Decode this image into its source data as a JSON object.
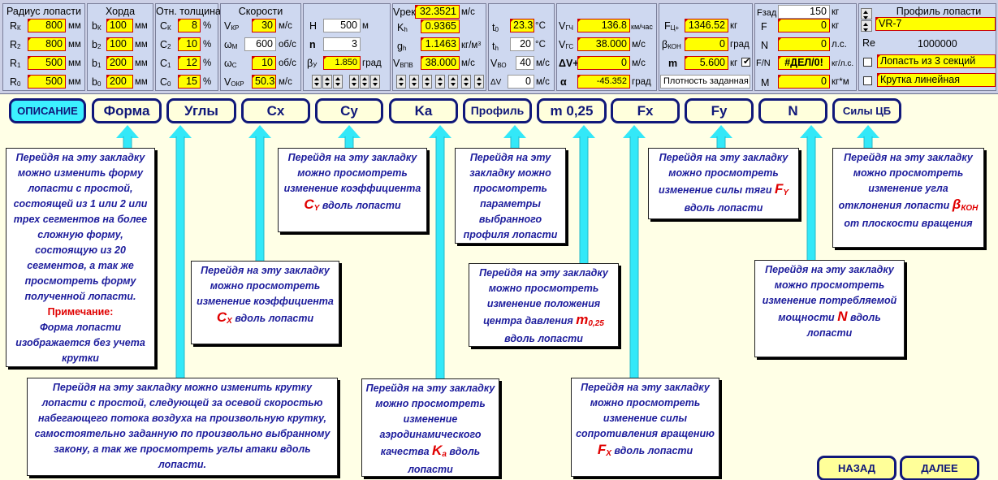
{
  "panel": {
    "radius": {
      "title": "Радиус лопасти",
      "rows": [
        {
          "sym": "R",
          "sub": "К",
          "value": "800",
          "unit": "мм"
        },
        {
          "sym": "R",
          "sub": "2",
          "value": "800",
          "unit": "мм"
        },
        {
          "sym": "R",
          "sub": "1",
          "value": "500",
          "unit": "мм"
        },
        {
          "sym": "R",
          "sub": "0",
          "value": "500",
          "unit": "мм"
        }
      ]
    },
    "chord": {
      "title": "Хорда",
      "rows": [
        {
          "sym": "b",
          "sub": "К",
          "value": "100",
          "unit": "мм"
        },
        {
          "sym": "b",
          "sub": "2",
          "value": "100",
          "unit": "мм"
        },
        {
          "sym": "b",
          "sub": "1",
          "value": "200",
          "unit": "мм"
        },
        {
          "sym": "b",
          "sub": "0",
          "value": "200",
          "unit": "мм"
        }
      ]
    },
    "thickness": {
      "title": "Отн. толщина",
      "rows": [
        {
          "sym": "C",
          "sub": "К",
          "value": "8",
          "unit": "%"
        },
        {
          "sym": "C",
          "sub": "2",
          "value": "10",
          "unit": "%"
        },
        {
          "sym": "C",
          "sub": "1",
          "value": "12",
          "unit": "%"
        },
        {
          "sym": "C",
          "sub": "0",
          "value": "15",
          "unit": "%"
        }
      ]
    },
    "speeds": {
      "title": "Скорости",
      "rows": [
        {
          "sym": "V",
          "sub": "КР",
          "value": "30",
          "unit": "м/с"
        },
        {
          "sym": "ω",
          "sub": "М",
          "value": "600",
          "unit": "об/с"
        },
        {
          "sym": "ω",
          "sub": "С",
          "value": "10",
          "unit": "об/с"
        },
        {
          "sym": "V",
          "sub": "ОКР",
          "value": "50.3",
          "unit": "м/с"
        }
      ]
    },
    "hn": {
      "h_label": "H",
      "h_value": "500",
      "h_unit": "м",
      "n_label": "n",
      "n_value": "3",
      "beta_sym": "β",
      "beta_sub": "У",
      "beta_value": "1.850",
      "beta_unit": "град"
    },
    "vrek": {
      "label": "Vрек",
      "value": "32.3521",
      "unit": "м/с",
      "kh_sym": "K",
      "kh_sub": "h",
      "kh_value": "0.9365",
      "gh_sym": "g",
      "gh_sub": "h",
      "gh_value": "1.1463",
      "gh_unit": "кг/м",
      "gh_unit_sup": "3",
      "vvpv_sym": "V",
      "vvpv_sub": "ВПВ",
      "vvpv_value": "38.000",
      "vvpv_unit": "м/с"
    },
    "temps": {
      "t0_sym": "t",
      "t0_sub": "0",
      "t0_value": "23.3",
      "t0_unit": "°C",
      "th_sym": "t",
      "th_sub": "h",
      "th_value": "20",
      "th_unit": "°C",
      "vvo_sym": "V",
      "vvo_sub": "ВО",
      "vvo_value": "40",
      "vvo_unit": "м/с",
      "dv_sym": "ΔV",
      "dv_value": "0",
      "dv_unit": "м/с"
    },
    "velocity": {
      "vgch_sym": "V",
      "vgch_sub": "ГЧ",
      "vgch_value": "136.8",
      "vgch_unit": "км/час",
      "vgs_sym": "V",
      "vgs_sub": "ГС",
      "vgs_value": "38.000",
      "vgs_unit": "м/с",
      "dvp_sym": "ΔV+",
      "dvp_value": "0",
      "dvp_unit": "м/с",
      "alpha_sym": "α",
      "alpha_value": "-45.352",
      "alpha_unit": "град"
    },
    "forces": {
      "fc_sym": "F",
      "fc_sub": "Ц+",
      "fc_value": "1346.52",
      "fc_unit": "кг",
      "bkon_sym": "β",
      "bkon_sub": "КОН",
      "bkon_value": "0",
      "bkon_unit": "град",
      "m_sym": "m",
      "m_value": "5.600",
      "m_unit": "кг",
      "density": "Плотность  заданная"
    },
    "fzad": {
      "fzad_label": "Fзад",
      "fzad_value": "150",
      "fzad_unit": "кг",
      "f_sym": "F",
      "f_value": "0",
      "f_unit": "кг",
      "n_sym": "N",
      "n_value": "0",
      "n_unit": "л.с.",
      "fn_sym": "F/N",
      "fn_value": "#ДЕЛ/0!",
      "fn_unit": "кг/л.с.",
      "m_sym": "M",
      "m_value": "0",
      "m_unit": "кг*м"
    },
    "profile": {
      "title": "Профиль лопасти",
      "selected": "VR-7",
      "re_label": "Re",
      "re_value": "1000000",
      "sections": "Лопасть из   3 секций",
      "twist": "Крутка      линейная"
    }
  },
  "tabs": [
    {
      "label": "ОПИСАНИЕ"
    },
    {
      "label": "Форма"
    },
    {
      "label": "Углы"
    },
    {
      "label": "Cx"
    },
    {
      "label": "Cy"
    },
    {
      "label": "Ka"
    },
    {
      "label": "Профиль"
    },
    {
      "label": "m 0,25"
    },
    {
      "label": "Fx"
    },
    {
      "label": "Fy"
    },
    {
      "label": "N"
    },
    {
      "label": "Силы ЦБ"
    }
  ],
  "descriptions": {
    "forma": {
      "text": "Перейдя на эту закладку можно изменить форму лопасти с простой, состоящей из 1 или 2 или трех сегментов на более сложную форму, состоящую из 20 сегментов, а так же просмотреть форму полученной лопасти.",
      "note_label": "Примечание:",
      "note_text": "Форма лопасти изображается без учета крутки"
    },
    "ugly": {
      "text": "Перейдя на эту закладку можно изменить крутку лопасти с простой, следующей за осевой скоростью набегающего потока воздуха на произвольную крутку, самостоятельно заданную по произвольно выбранному закону, а так же просмотреть углы атаки вдоль лопасти."
    },
    "cx": {
      "pre": "Перейдя на эту закладку можно просмотреть изменение коэффициента",
      "sym": "C",
      "sub": "X",
      "post": "вдоль лопасти"
    },
    "cy": {
      "pre": "Перейдя на эту закладку можно просмотреть изменение коэффициента",
      "sym": "C",
      "sub": "Y",
      "post": "вдоль лопасти"
    },
    "ka": {
      "pre": "Перейдя на эту закладку можно просмотреть изменение аэродинамического качества",
      "sym": "K",
      "sub": "a",
      "post": "вдоль лопасти"
    },
    "profil": {
      "text": "Перейдя на эту закладку можно просмотреть параметры выбранного профиля лопасти"
    },
    "m025": {
      "pre": "Перейдя на эту закладку можно просмотреть изменение положения центра давления",
      "sym": "m",
      "sub": "0,25",
      "post": "вдоль лопасти"
    },
    "fx": {
      "pre": "Перейдя на эту закладку можно просмотреть изменение силы сопротивления вращению",
      "sym": "F",
      "sub": "X",
      "post": "вдоль лопасти"
    },
    "fy": {
      "pre": "Перейдя на эту закладку можно просмотреть изменение силы тяги",
      "sym": "F",
      "sub": "Y",
      "post": "вдоль лопасти"
    },
    "n": {
      "pre": "Перейдя на эту закладку можно просмотреть изменение потребляемой мощности",
      "sym": "N",
      "post": "вдоль лопасти"
    },
    "cb": {
      "pre": "Перейдя на эту закладку можно просмотреть изменение угла отклонения лопасти",
      "sym": "β",
      "sub": "КОН",
      "post": "от плоскости вращения"
    }
  },
  "nav": {
    "back": "НАЗАД",
    "next": "ДАЛЕЕ"
  }
}
